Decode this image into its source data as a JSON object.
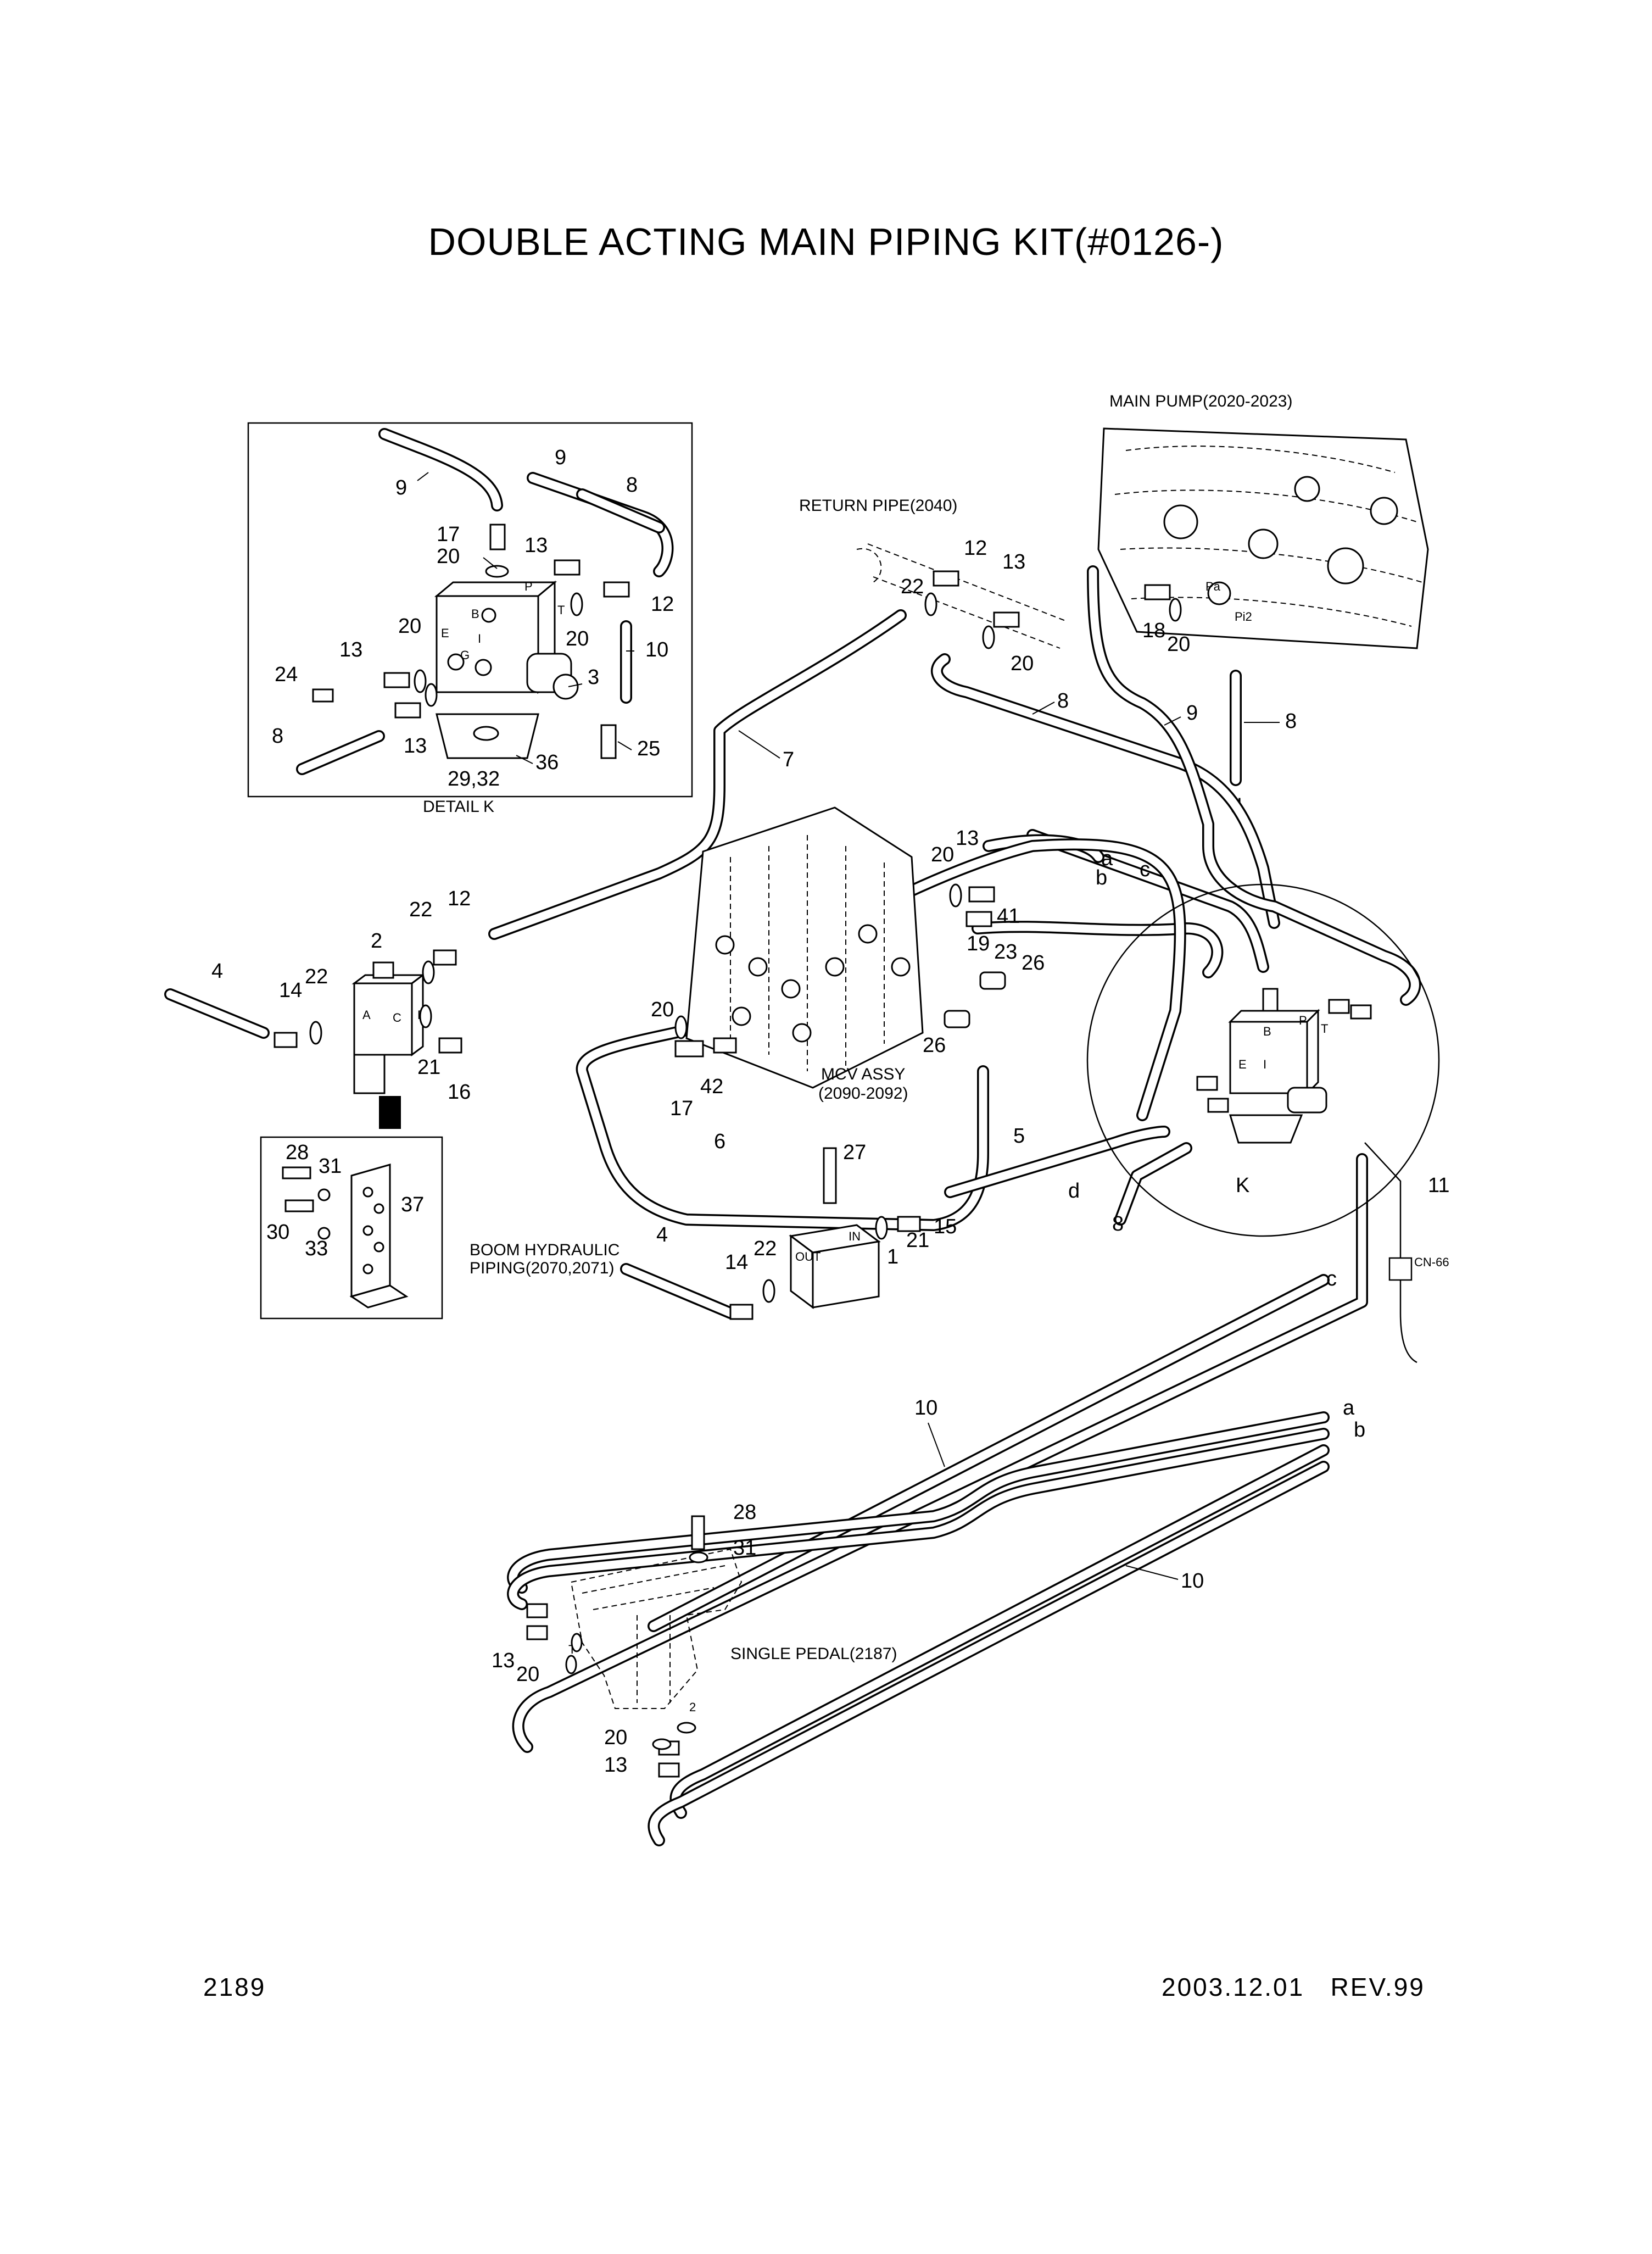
{
  "title": "DOUBLE ACTING MAIN PIPING KIT(#0126-)",
  "page_number": "2189",
  "revision": "2003.12.01   REV.99",
  "captions": {
    "main_pump": "MAIN PUMP(2020-2023)",
    "return_pipe": "RETURN PIPE(2040)",
    "detail_k": "DETAIL K",
    "mcv_line1": "MCV ASSY",
    "mcv_line2": "(2090-2092)",
    "boom_line1": "BOOM HYDRAULIC",
    "boom_line2": "PIPING(2070,2071)",
    "single_pedal": "SINGLE PEDAL(2187)",
    "connector": "CN-66",
    "k_mark": "K"
  },
  "ports": {
    "A": "A",
    "B": "B",
    "C": "C",
    "P": "P",
    "T": "T",
    "E": "E",
    "G": "G",
    "I": "I",
    "IN": "IN",
    "OUT": "OUT",
    "Pa": "Pa",
    "Pi2": "Pi2",
    "p2": "2"
  },
  "letters": {
    "a": "a",
    "b": "b",
    "c": "c",
    "d": "d"
  },
  "callouts": {
    "n1": "1",
    "n2": "2",
    "n3": "3",
    "n4": "4",
    "n5": "5",
    "n6": "6",
    "n7": "7",
    "n8": "8",
    "n9": "9",
    "n10": "10",
    "n11": "11",
    "n12": "12",
    "n13": "13",
    "n14": "14",
    "n15": "15",
    "n16": "16",
    "n17": "17",
    "n18": "18",
    "n19": "19",
    "n20": "20",
    "n21": "21",
    "n22": "22",
    "n23": "23",
    "n24": "24",
    "n25": "25",
    "n26": "26",
    "n27": "27",
    "n28": "28",
    "n29_32": "29,32",
    "n30": "30",
    "n31": "31",
    "n33": "33",
    "n36": "36",
    "n37": "37",
    "n41": "41",
    "n42": "42"
  }
}
